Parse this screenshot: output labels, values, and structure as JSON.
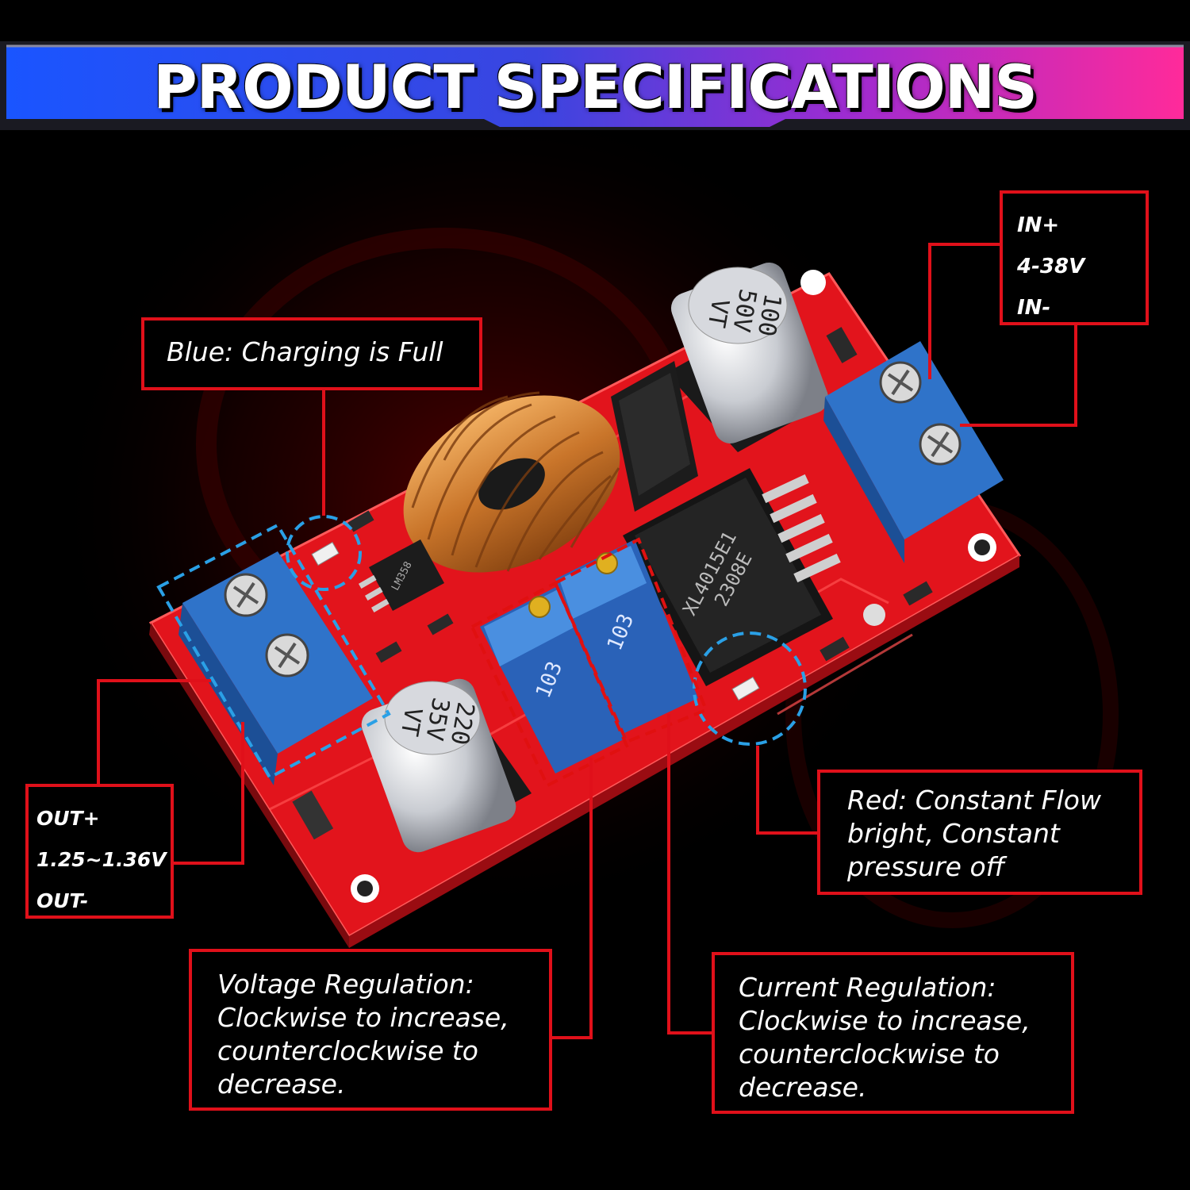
{
  "header": {
    "title": "PRODUCT SPECIFICATIONS",
    "gradient": [
      "#1a55ff",
      "#4a3fd8",
      "#a02bd0",
      "#ff2a9a"
    ]
  },
  "board": {
    "pcb_color": "#d81a1a",
    "terminal_color": "#2f73c9",
    "capacitor_large_label": [
      "100",
      "50V",
      "VT"
    ],
    "capacitor_small_label": [
      "220",
      "35V",
      "VT"
    ],
    "chip_label": [
      "XL4015E1",
      "2308E"
    ],
    "small_chip_label": [
      "LM358"
    ],
    "potentiometer_label": "103"
  },
  "callouts": {
    "blue_led": {
      "text": "Blue: Charging is Full"
    },
    "input": {
      "lines": [
        "IN+",
        "4-38V",
        "IN-"
      ]
    },
    "output": {
      "lines": [
        "OUT+",
        "1.25~1.36V",
        "OUT-"
      ]
    },
    "red_led": {
      "lines": [
        "Red: Constant Flow",
        "bright, Constant",
        "pressure off"
      ]
    },
    "voltage": {
      "lines": [
        "Voltage Regulation:",
        "Clockwise to increase,",
        "counterclockwise to",
        "decrease."
      ]
    },
    "current": {
      "lines": [
        "Current Regulation:",
        "Clockwise to increase,",
        "counterclockwise to",
        "decrease."
      ]
    }
  },
  "colors": {
    "callout_border": "#e0101a",
    "highlight_blue": "#2aa0e6",
    "highlight_red": "#e01010",
    "background": "#000000"
  }
}
